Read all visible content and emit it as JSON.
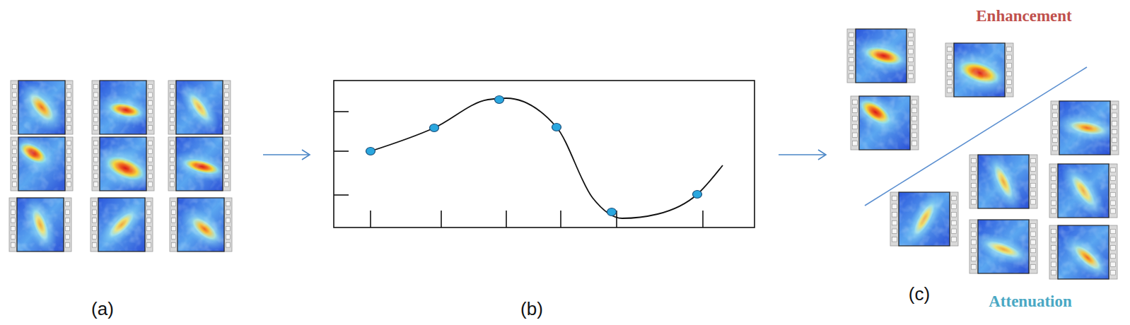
{
  "diagram": {
    "nodes": [
      {
        "text": [
          "(a)"
        ]
      },
      {
        "text": [
          "(b)"
        ]
      },
      {
        "text": [
          "(c)"
        ]
      }
    ],
    "edges": [
      {
        "from": 0,
        "to": 1,
        "arrow": "to"
      },
      {
        "from": 1,
        "to": 2,
        "arrow": "to"
      }
    ],
    "labels": [
      "Enhancement",
      "Attenuation"
    ]
  }
}
